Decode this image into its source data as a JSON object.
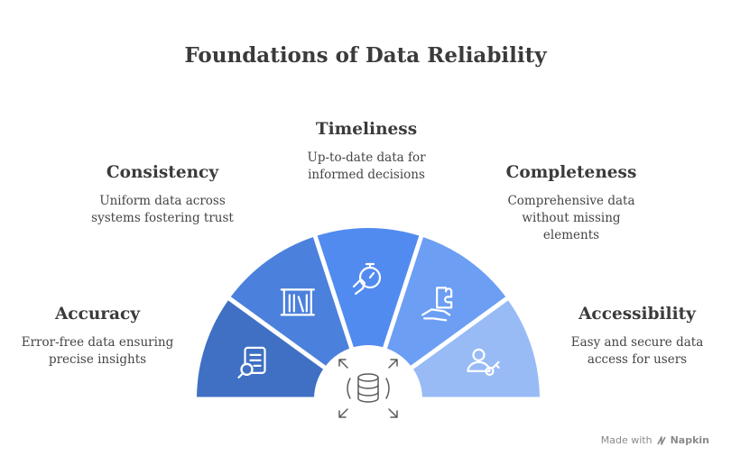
{
  "title": "Foundations of Data Reliability",
  "segments": [
    {
      "id": "accuracy",
      "title": "Accuracy",
      "description": "Error-free data ensuring precise insights",
      "lines": [
        "Error-free data ensuring",
        "precise insights"
      ],
      "color": "#3f70c4",
      "icon": "document-search-icon"
    },
    {
      "id": "consistency",
      "title": "Consistency",
      "description": "Uniform data across systems fostering trust",
      "lines": [
        "Uniform data across",
        "systems fostering trust"
      ],
      "color": "#4b80dc",
      "icon": "bookshelf-icon"
    },
    {
      "id": "timeliness",
      "title": "Timeliness",
      "description": "Up-to-date data for informed decisions",
      "lines": [
        "Up-to-date data for",
        "informed decisions"
      ],
      "color": "#528bef",
      "icon": "hand-stopwatch-icon"
    },
    {
      "id": "completeness",
      "title": "Completeness",
      "description": "Comprehensive data without missing elements",
      "lines": [
        "Comprehensive data",
        "without missing",
        "elements"
      ],
      "color": "#6c9ef3",
      "icon": "hand-puzzle-icon"
    },
    {
      "id": "accessibility",
      "title": "Accessibility",
      "description": "Easy and secure data access for users",
      "lines": [
        "Easy and secure data",
        "access for users"
      ],
      "color": "#98bbf6",
      "icon": "user-key-icon"
    }
  ],
  "center_icon": "database-expand-icon",
  "watermark": {
    "prefix": "Made with",
    "brand": "Napkin"
  }
}
